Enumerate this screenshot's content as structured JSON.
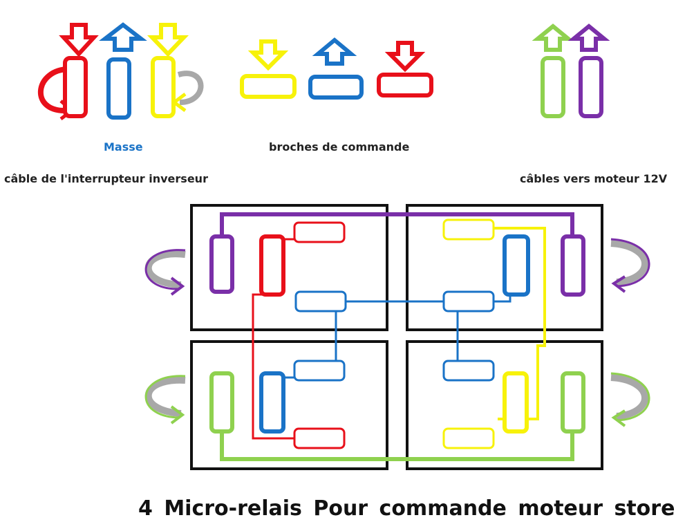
{
  "labels": {
    "masse": "Masse",
    "broches": "broches de commande",
    "inverseur": "câble de l'interrupteur inverseur",
    "moteur": "câbles vers moteur 12V",
    "title": "4  Micro-relais    Pour commande moteur store"
  },
  "colors": {
    "red": "#e8101a",
    "blue": "#1a73c7",
    "yellow": "#f7f20a",
    "green": "#8fd14f",
    "purple": "#7a2fa8",
    "grey": "#a8a8a8",
    "black": "#111111"
  }
}
